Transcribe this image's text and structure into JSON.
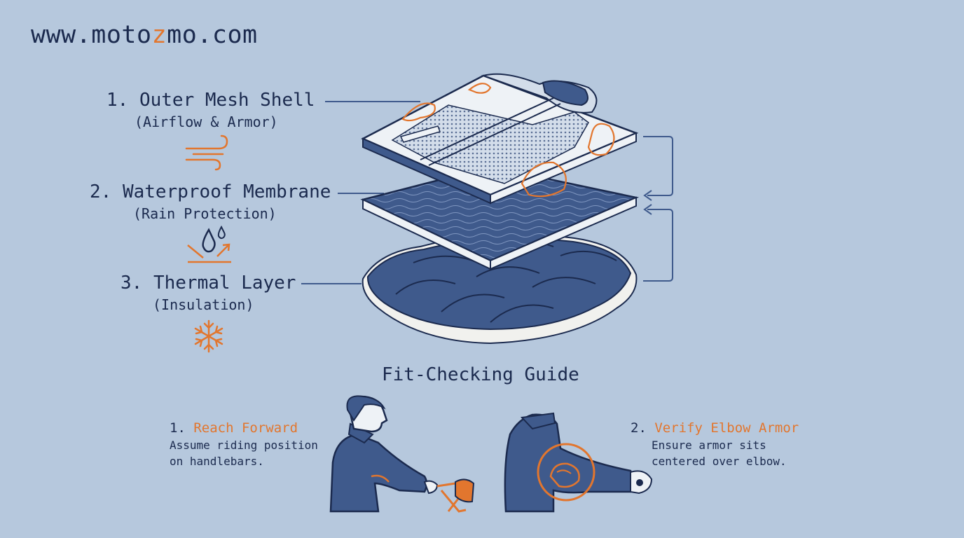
{
  "site": {
    "prefix": "www.moto",
    "accent": "z",
    "suffix": "mo.com"
  },
  "layers": [
    {
      "number": "1.",
      "title": "Outer Mesh Shell",
      "subtitle": "(Airflow & Armor)",
      "icon": "wind-icon"
    },
    {
      "number": "2.",
      "title": "Waterproof Membrane",
      "subtitle": "(Rain Protection)",
      "icon": "water-drops-icon"
    },
    {
      "number": "3.",
      "title": "Thermal Layer",
      "subtitle": "(Insulation)",
      "icon": "snowflake-icon"
    }
  ],
  "guide": {
    "title": "Fit-Checking Guide",
    "steps": [
      {
        "number": "1.",
        "title": "Reach Forward",
        "description": "Assume riding position on handlebars."
      },
      {
        "number": "2.",
        "title": "Verify Elbow Armor",
        "description": "Ensure armor sits centered over elbow."
      }
    ]
  },
  "colors": {
    "background": "#b6c8dd",
    "navy": "#1b2a4e",
    "accent": "#e2762e",
    "fabric": "#3f5a8c"
  }
}
